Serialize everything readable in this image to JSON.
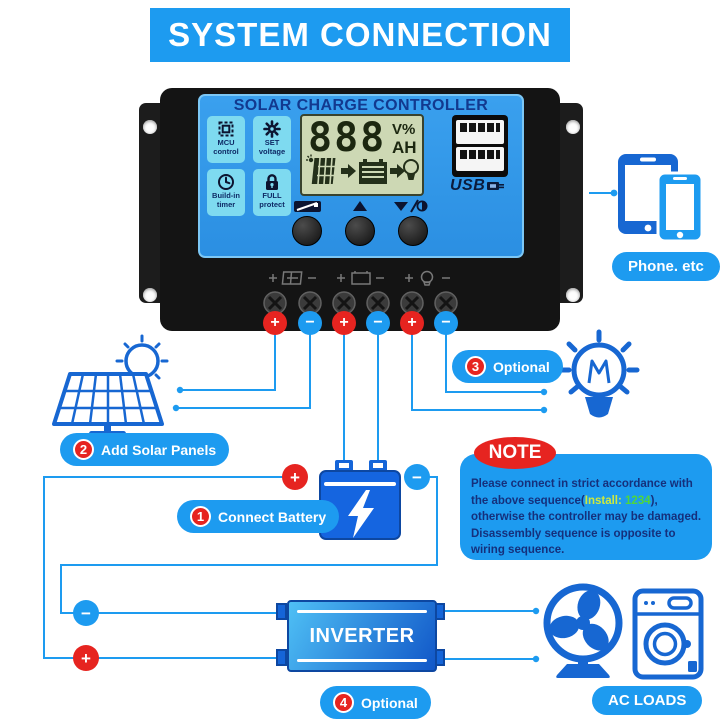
{
  "header": {
    "title": "SYSTEM CONNECTION"
  },
  "controller": {
    "title": "SOLAR CHARGE CONTROLLER",
    "features": [
      {
        "line1": "MCU",
        "line2": "control"
      },
      {
        "line1": "SET",
        "line2": "voltage"
      },
      {
        "line1": "Build-in",
        "line2": "timer"
      },
      {
        "line1": "FULL",
        "line2": "protect"
      }
    ],
    "lcd": {
      "digits": "888",
      "unit_top": "V%",
      "unit_bottom": "AH"
    },
    "usb_label": "USB",
    "terminal_badges": [
      "+",
      "−",
      "+",
      "−",
      "+",
      "−"
    ]
  },
  "polarity": {
    "plus": "+",
    "minus": "−"
  },
  "callouts": {
    "phone": {
      "label": "Phone. etc"
    },
    "step1": {
      "number": "1",
      "label": "Connect Battery"
    },
    "step2": {
      "number": "2",
      "label": "Add Solar Panels"
    },
    "step3": {
      "number": "3",
      "label": "Optional"
    },
    "step4": {
      "number": "4",
      "label": "Optional"
    },
    "ac_loads": {
      "label": "AC LOADS"
    },
    "inverter": {
      "label": "INVERTER"
    }
  },
  "note": {
    "title": "NOTE",
    "line1": "Please connect in strict accordance with",
    "line2_pre": "the above sequence(",
    "install_label": "Install:",
    "install_num": " 1234",
    "line2_post": "),",
    "line3": "otherwise the controller may be damaged.",
    "line4": "Disassembly sequence is opposite to",
    "line5": "wiring sequence."
  },
  "colors": {
    "accent_blue": "#1d9bf0",
    "badge_red": "#e62420",
    "icon_blue": "#1767d2",
    "note_green": "#4fd63c"
  }
}
